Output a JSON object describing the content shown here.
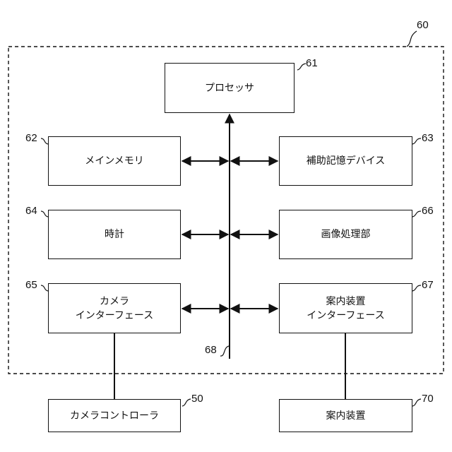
{
  "refs": {
    "system": "60",
    "processor": "61",
    "main_memory": "62",
    "aux_storage": "63",
    "clock": "64",
    "camera_if": "65",
    "image_proc": "66",
    "guide_if": "67",
    "bus": "68",
    "camera_controller": "50",
    "guide_device": "70"
  },
  "blocks": {
    "processor": "プロセッサ",
    "main_memory": "メインメモリ",
    "aux_storage": "補助記憶デバイス",
    "clock": "時計",
    "image_proc": "画像処理部",
    "camera_if_line1": "カメラ",
    "camera_if_line2": "インターフェース",
    "guide_if_line1": "案内装置",
    "guide_if_line2": "インターフェース",
    "camera_controller": "カメラコントローラ",
    "guide_device": "案内装置"
  }
}
